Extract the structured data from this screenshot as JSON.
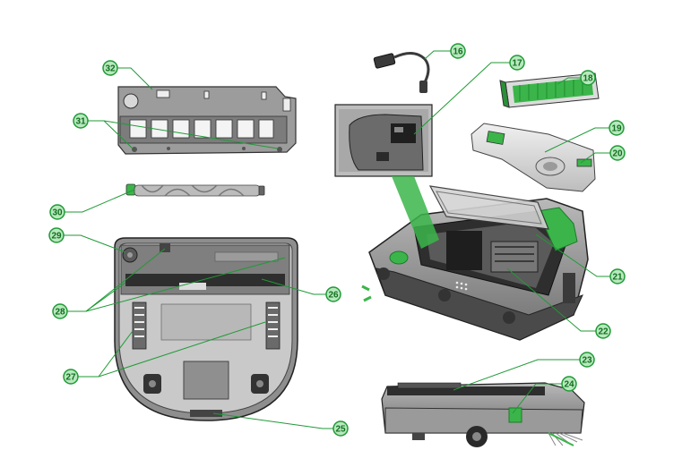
{
  "colors": {
    "callout_green": "#1f9a36",
    "callout_fill": "#4cc25a",
    "callout_text": "#0f6e1d",
    "body_gray": "#8d8d8d",
    "dark_gray": "#555555",
    "light_gray": "#d6d6d6",
    "outline": "#333333",
    "accent_green": "#3bb54a"
  },
  "callouts": [
    {
      "id": "c16",
      "label": "16"
    },
    {
      "id": "c17",
      "label": "17"
    },
    {
      "id": "c18",
      "label": "18"
    },
    {
      "id": "c19",
      "label": "19"
    },
    {
      "id": "c20",
      "label": "20"
    },
    {
      "id": "c21",
      "label": "21"
    },
    {
      "id": "c22",
      "label": "22"
    },
    {
      "id": "c23",
      "label": "23"
    },
    {
      "id": "c24",
      "label": "24"
    },
    {
      "id": "c25",
      "label": "25"
    },
    {
      "id": "c26",
      "label": "26"
    },
    {
      "id": "c27",
      "label": "27"
    },
    {
      "id": "c28",
      "label": "28"
    },
    {
      "id": "c29",
      "label": "29"
    },
    {
      "id": "c30",
      "label": "30"
    },
    {
      "id": "c31",
      "label": "31"
    },
    {
      "id": "c32",
      "label": "32"
    }
  ]
}
